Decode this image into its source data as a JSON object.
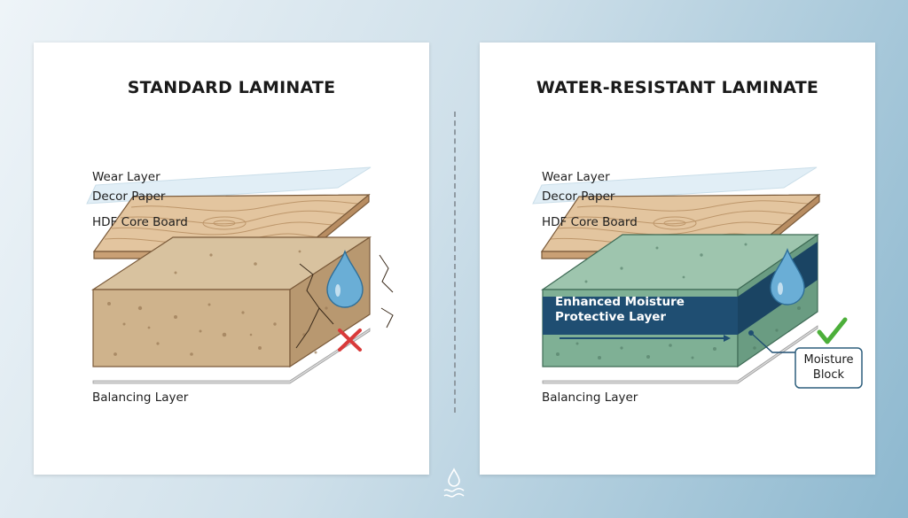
{
  "left_panel": {
    "title": "STANDARD LAMINATE",
    "labels": {
      "wear": "Wear Layer",
      "decor": "Decor Paper",
      "core": "HDF Core Board",
      "balancing": "Balancing Layer"
    }
  },
  "right_panel": {
    "title": "WATER-RESISTANT LAMINATE",
    "labels": {
      "wear": "Wear Layer",
      "decor": "Decor Paper",
      "core": "HDF Core Board",
      "balancing": "Balancing Layer"
    },
    "band_text": [
      "Enhanced Moisture",
      "Protective Layer"
    ],
    "callout": [
      "Moisture",
      "Block"
    ]
  },
  "colors": {
    "wood_top": "#e3c59f",
    "wood_side": "#c9a075",
    "core_top": "#d8c29f",
    "core_front": "#cfb38c",
    "core_side": "#b89870",
    "green_top": "#9ec5ae",
    "green_front": "#7fb095",
    "green_side": "#6a9c82",
    "band": "#1f4e72",
    "cross": "#d93a3a",
    "check": "#4caf3a",
    "drop": "#6aaed6"
  }
}
